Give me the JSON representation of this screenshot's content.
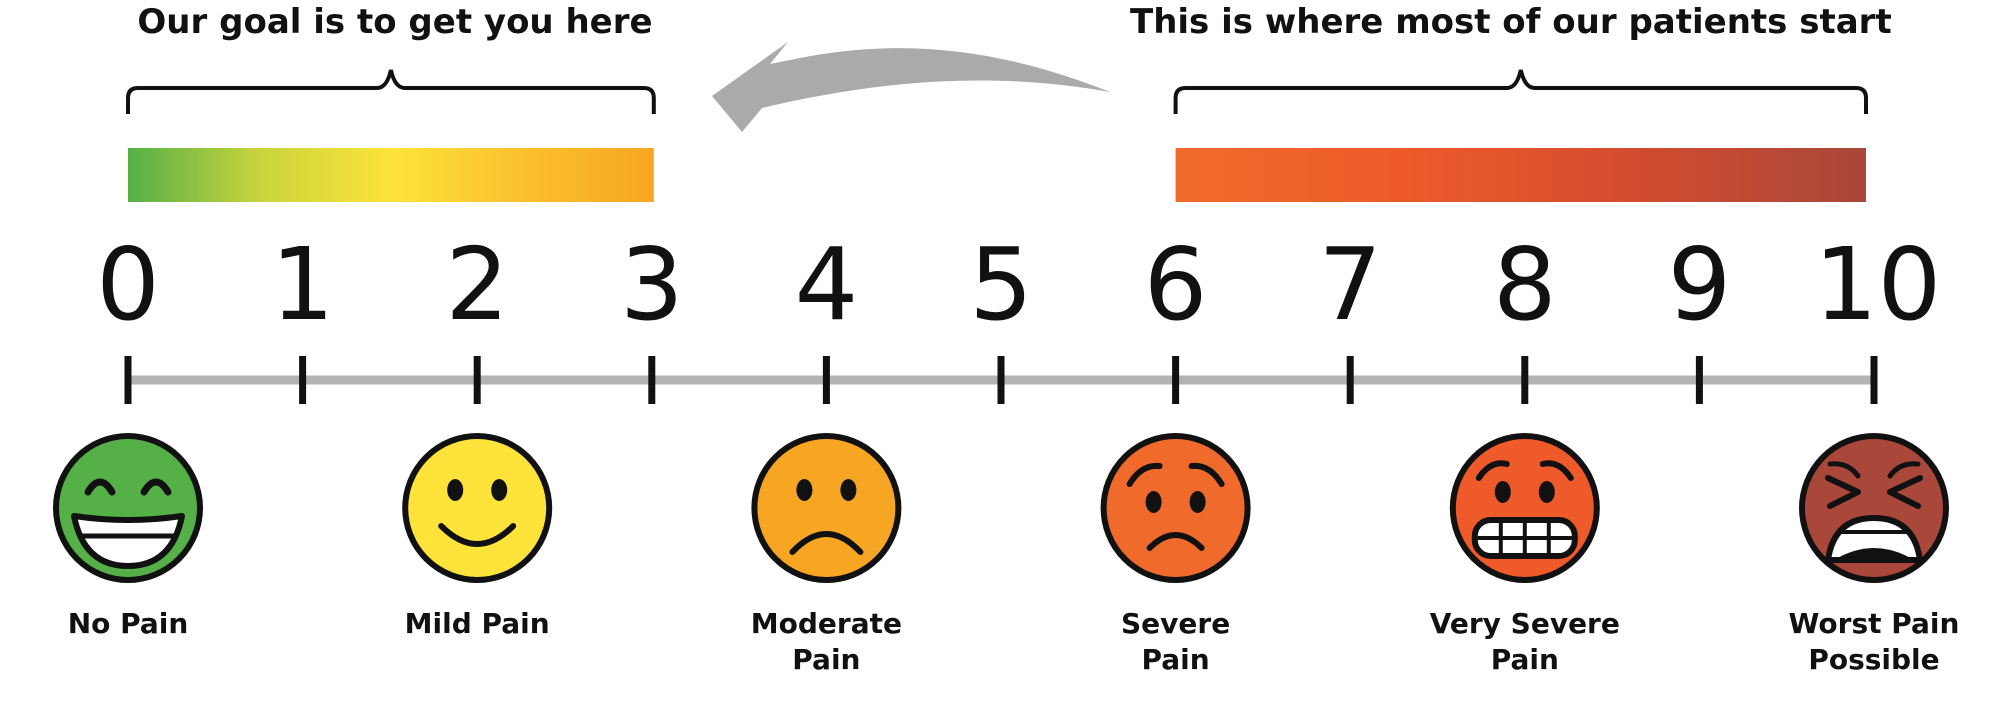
{
  "headings": {
    "goal": "Our goal is to get you here",
    "start": "This is where most of our patients start"
  },
  "scale": {
    "min": 0,
    "max": 10,
    "ticks": [
      "0",
      "1",
      "2",
      "3",
      "4",
      "5",
      "6",
      "7",
      "8",
      "9",
      "10"
    ]
  },
  "ranges": {
    "goal": {
      "from": 0,
      "to": 3,
      "colors": [
        "#55b047",
        "#c8d43c",
        "#fde33a",
        "#fbc02d",
        "#f7a623"
      ]
    },
    "start": {
      "from": 6,
      "to": 10,
      "colors": [
        "#f06b2b",
        "#ee5a2a",
        "#d24c2f",
        "#a8473a"
      ]
    }
  },
  "faces": [
    {
      "value": 0,
      "label_lines": [
        "No Pain"
      ],
      "color": "#55b047",
      "icon": "grinning-face-icon"
    },
    {
      "value": 2,
      "label_lines": [
        "Mild Pain"
      ],
      "color": "#fde33a",
      "icon": "smiling-face-icon"
    },
    {
      "value": 4,
      "label_lines": [
        "Moderate",
        "Pain"
      ],
      "color": "#f7a623",
      "icon": "frowning-face-icon"
    },
    {
      "value": 6,
      "label_lines": [
        "Severe",
        "Pain"
      ],
      "color": "#f06b2b",
      "icon": "worried-face-icon"
    },
    {
      "value": 8,
      "label_lines": [
        "Very Severe",
        "Pain"
      ],
      "color": "#ee5a2a",
      "icon": "grimacing-face-icon"
    },
    {
      "value": 10,
      "label_lines": [
        "Worst Pain",
        "Possible"
      ],
      "color": "#a8473a",
      "icon": "anguished-face-icon"
    }
  ],
  "colors": {
    "axis_line": "#b3b3b3",
    "arrow": "#aaaaaa",
    "ink": "#111111"
  }
}
